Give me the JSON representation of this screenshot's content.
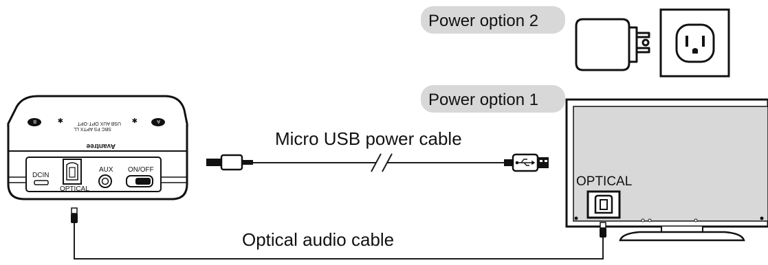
{
  "labels": {
    "power_option_2": "Power option 2",
    "power_option_1": "Power option 1",
    "usb_cable": "Micro USB power cable",
    "optical_cable": "Optical audio cable",
    "tv_port": "OPTICAL"
  },
  "device": {
    "brand": "Avantree",
    "ports": {
      "dcin": "DCIN",
      "optical": "OPTICAL",
      "aux": "AUX",
      "power_switch": "ON/OFF"
    },
    "top_text": "USB AUX OPT·OPT",
    "top_text_2": "SBC FS APTX LL",
    "button_a": "A",
    "button_b": "B"
  },
  "colors": {
    "pill_bg": "#d8d8d8",
    "line": "#1a1a1a"
  }
}
